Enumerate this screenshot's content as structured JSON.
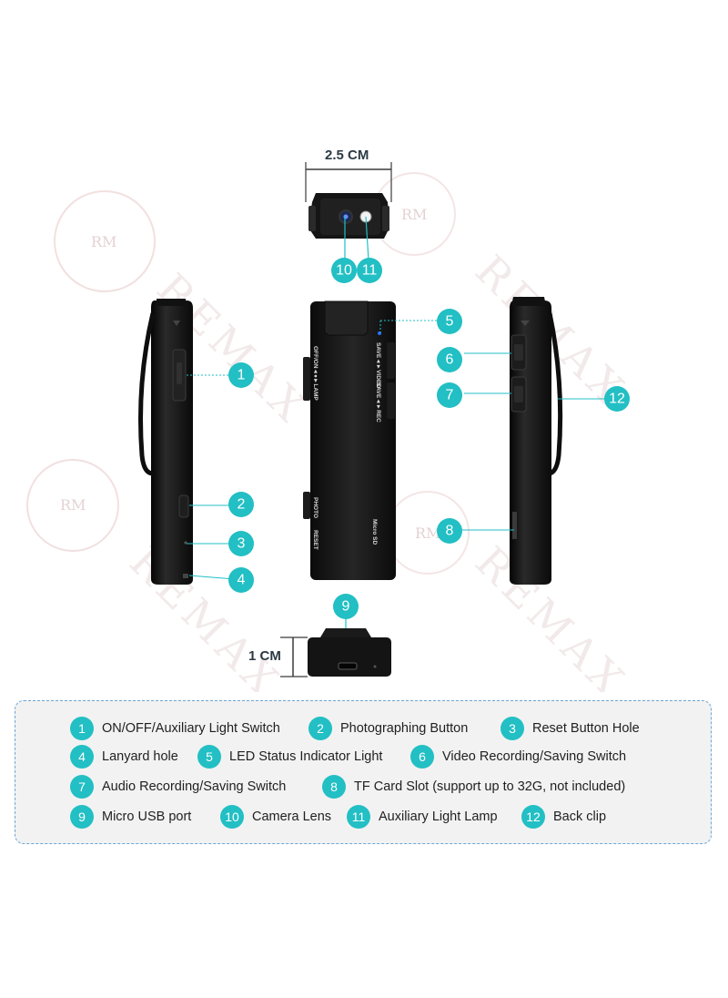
{
  "dimensions": {
    "width_label": "2.5 CM",
    "height_label": "1 CM"
  },
  "device_labels": {
    "offon_lamp": "OFF/ON◄●►LAMP",
    "save_video": "SAVE◄►VIDEO",
    "save_rec": "SAVE◄►REC",
    "photo": "PHOTO",
    "reset": "RESET",
    "micro_sd": "Micro SD"
  },
  "watermark": {
    "text": "REMAX",
    "logo": "RM"
  },
  "callouts": [
    "1",
    "2",
    "3",
    "4",
    "5",
    "6",
    "7",
    "8",
    "9",
    "10",
    "11",
    "12"
  ],
  "legend": [
    {
      "num": "1",
      "label": "ON/OFF/Auxiliary Light Switch"
    },
    {
      "num": "2",
      "label": "Photographing Button"
    },
    {
      "num": "3",
      "label": "Reset Button Hole"
    },
    {
      "num": "4",
      "label": "Lanyard hole"
    },
    {
      "num": "5",
      "label": "LED Status Indicator Light"
    },
    {
      "num": "6",
      "label": "Video Recording/Saving Switch"
    },
    {
      "num": "7",
      "label": "Audio Recording/Saving  Switch"
    },
    {
      "num": "8",
      "label": "TF Card Slot (support up to 32G, not included)"
    },
    {
      "num": "9",
      "label": "Micro USB port"
    },
    {
      "num": "10",
      "label": "Camera Lens"
    },
    {
      "num": "11",
      "label": "Auxiliary Light Lamp"
    },
    {
      "num": "12",
      "label": "Back clip"
    }
  ],
  "colors": {
    "accent": "#22bfc4",
    "device": "#151515",
    "legend_border": "#6aa6d8",
    "legend_bg": "#f2f2f2"
  }
}
